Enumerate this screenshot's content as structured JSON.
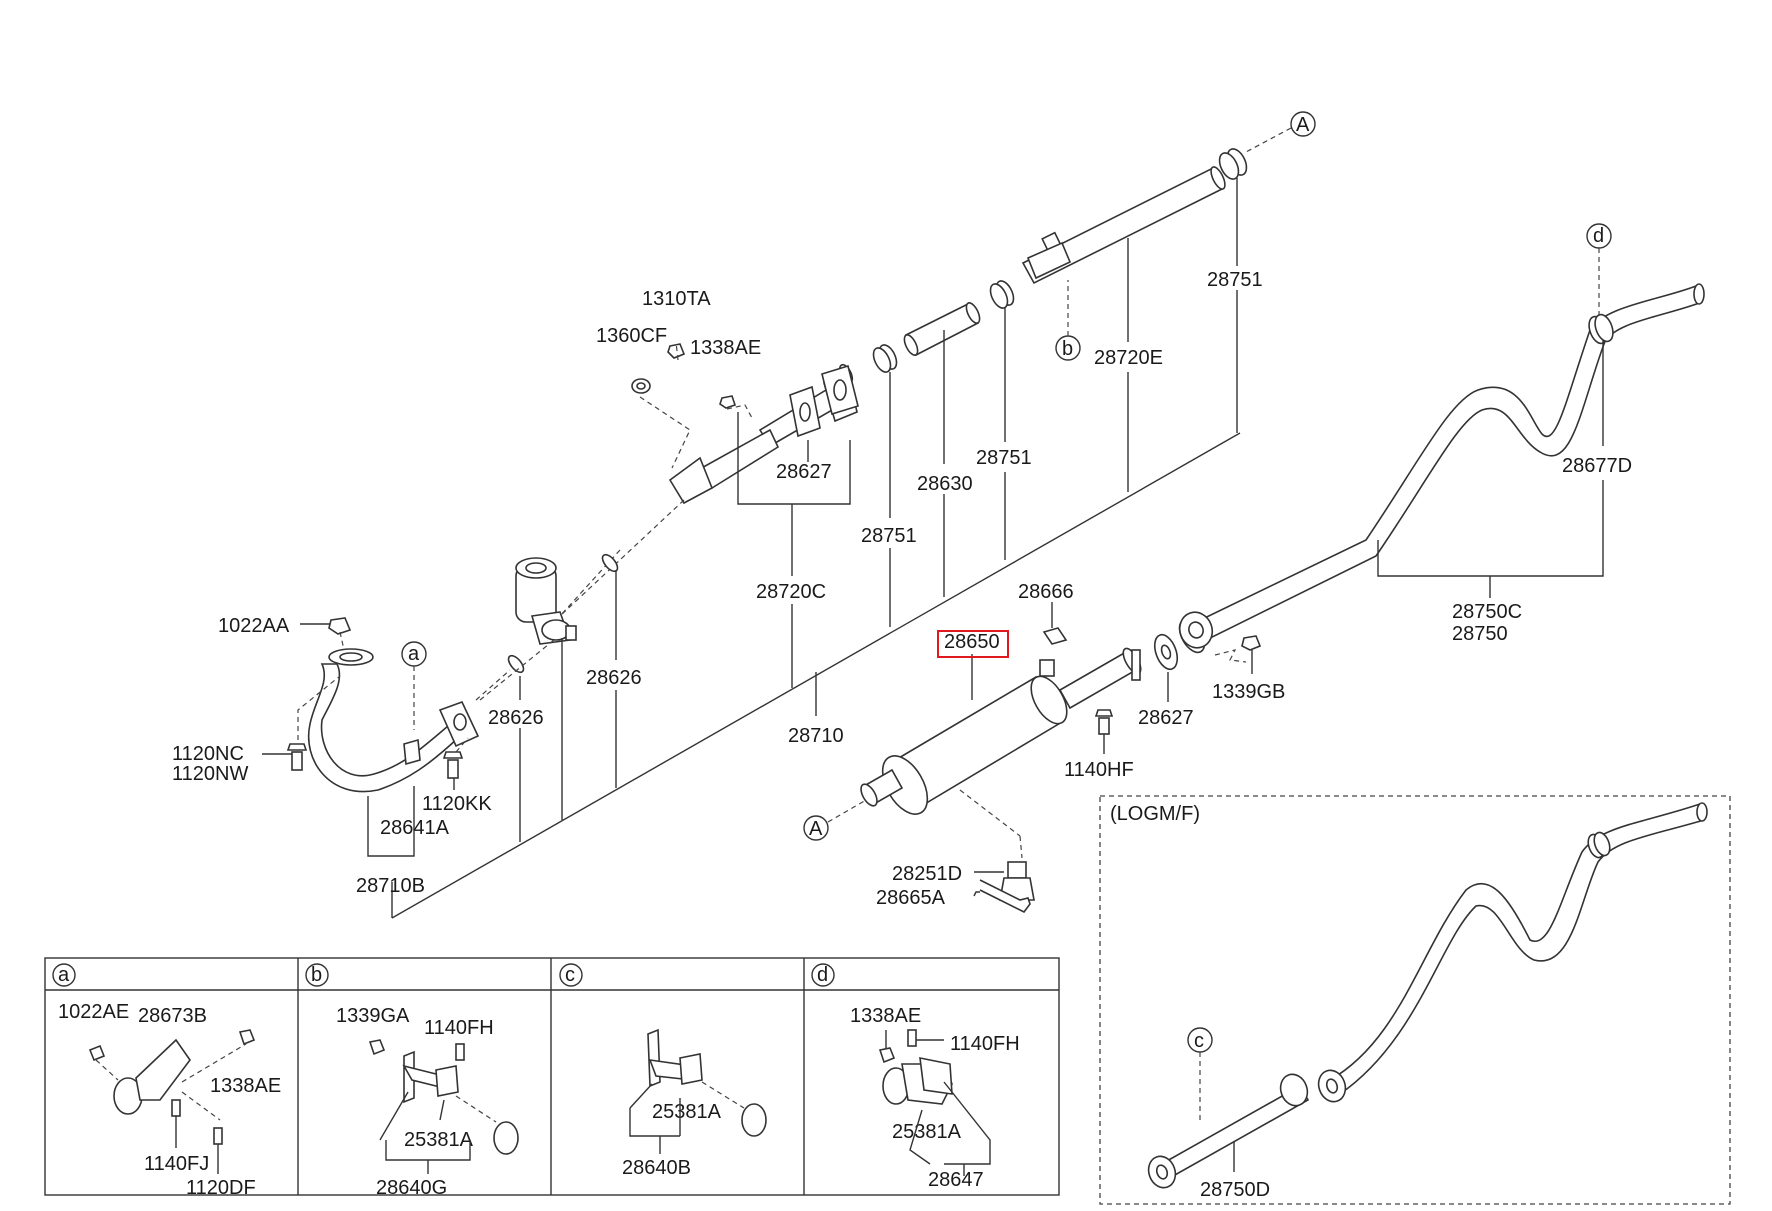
{
  "callouts": {
    "A_top": "A",
    "A_bot": "A",
    "a_main": "a",
    "b_main": "b",
    "d_main": "d",
    "c_logm": "c"
  },
  "labels": {
    "p1310TA": "1310TA",
    "p1360CF": "1360CF",
    "p1338AE_top": "1338AE",
    "p28627_top": "28627",
    "p28630": "28630",
    "p28751_a": "28751",
    "p28751_b": "28751",
    "p28751_c": "28751",
    "p28720E": "28720E",
    "p28720C": "28720C",
    "p28626_a": "28626",
    "p28626_b": "28626",
    "p28710": "28710",
    "p1022AA": "1022AA",
    "p1120NC": "1120NC",
    "p1120NW": "1120NW",
    "p1120KK": "1120KK",
    "p28641A": "28641A",
    "p28710B": "28710B",
    "p28666": "28666",
    "p28650": "28650",
    "p28627_mid": "28627",
    "p1140HF": "1140HF",
    "p1339GB": "1339GB",
    "p28251D": "28251D",
    "p28665A": "28665A",
    "p28677D": "28677D",
    "p28750C": "28750C",
    "p28750": "28750"
  },
  "detail_panels": {
    "a": {
      "letter": "a",
      "parts": [
        "1022AE",
        "28673B",
        "1338AE",
        "1140FJ",
        "1120DF"
      ]
    },
    "b": {
      "letter": "b",
      "parts": [
        "1339GA",
        "1140FH",
        "25381A",
        "28640G"
      ]
    },
    "c": {
      "letter": "c",
      "parts": [
        "25381A",
        "28640B"
      ]
    },
    "d": {
      "letter": "d",
      "parts": [
        "1338AE",
        "1140FH",
        "25381A",
        "28647"
      ]
    }
  },
  "logm_panel": {
    "title": "(LOGM/F)",
    "part": "28750D"
  },
  "highlight_part": "28650"
}
